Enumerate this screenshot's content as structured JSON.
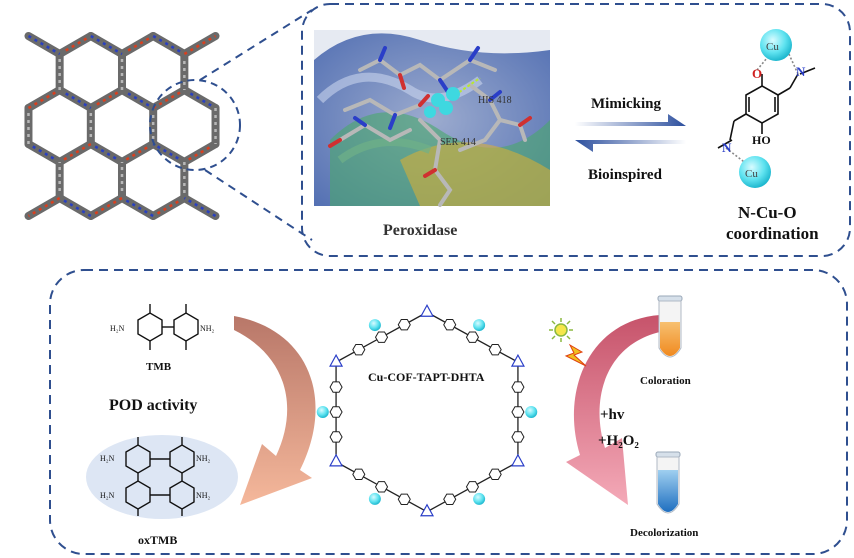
{
  "top_panel": {
    "protein_labels": [
      "HIS 418",
      "SER 414"
    ],
    "arrow_top_label": "Mimicking",
    "arrow_bottom_label": "Bioinspired",
    "left_caption": "Peroxidase",
    "right_caption_line1": "N-Cu-O",
    "right_caption_line2": "coordination",
    "structure_atoms": {
      "cu": "Cu",
      "o": "O",
      "n": "N",
      "oh": "HO"
    }
  },
  "bottom_panel": {
    "tmb_label": "TMB",
    "pod_label": "POD activity",
    "oxtmb_label": "oxTMB",
    "nh2": "NH₂",
    "h2n": "H₂N",
    "cof_label": "Cu-COF-TAPT-DHTA",
    "coloration_label": "Coloration",
    "decolorization_label": "Decolorization",
    "hv_label": "+hv",
    "h2o2_label": "+H₂O₂"
  },
  "colors": {
    "dashed_border": "#2f4f8f",
    "cu_sphere": "#33d6e8",
    "arrow_brown": "#b07060",
    "arrow_salmon": "#f0a080",
    "arrow_pink": "#e07088",
    "orange_liquid": "#f5a040",
    "blue_liquid": "#2e7fd0"
  }
}
